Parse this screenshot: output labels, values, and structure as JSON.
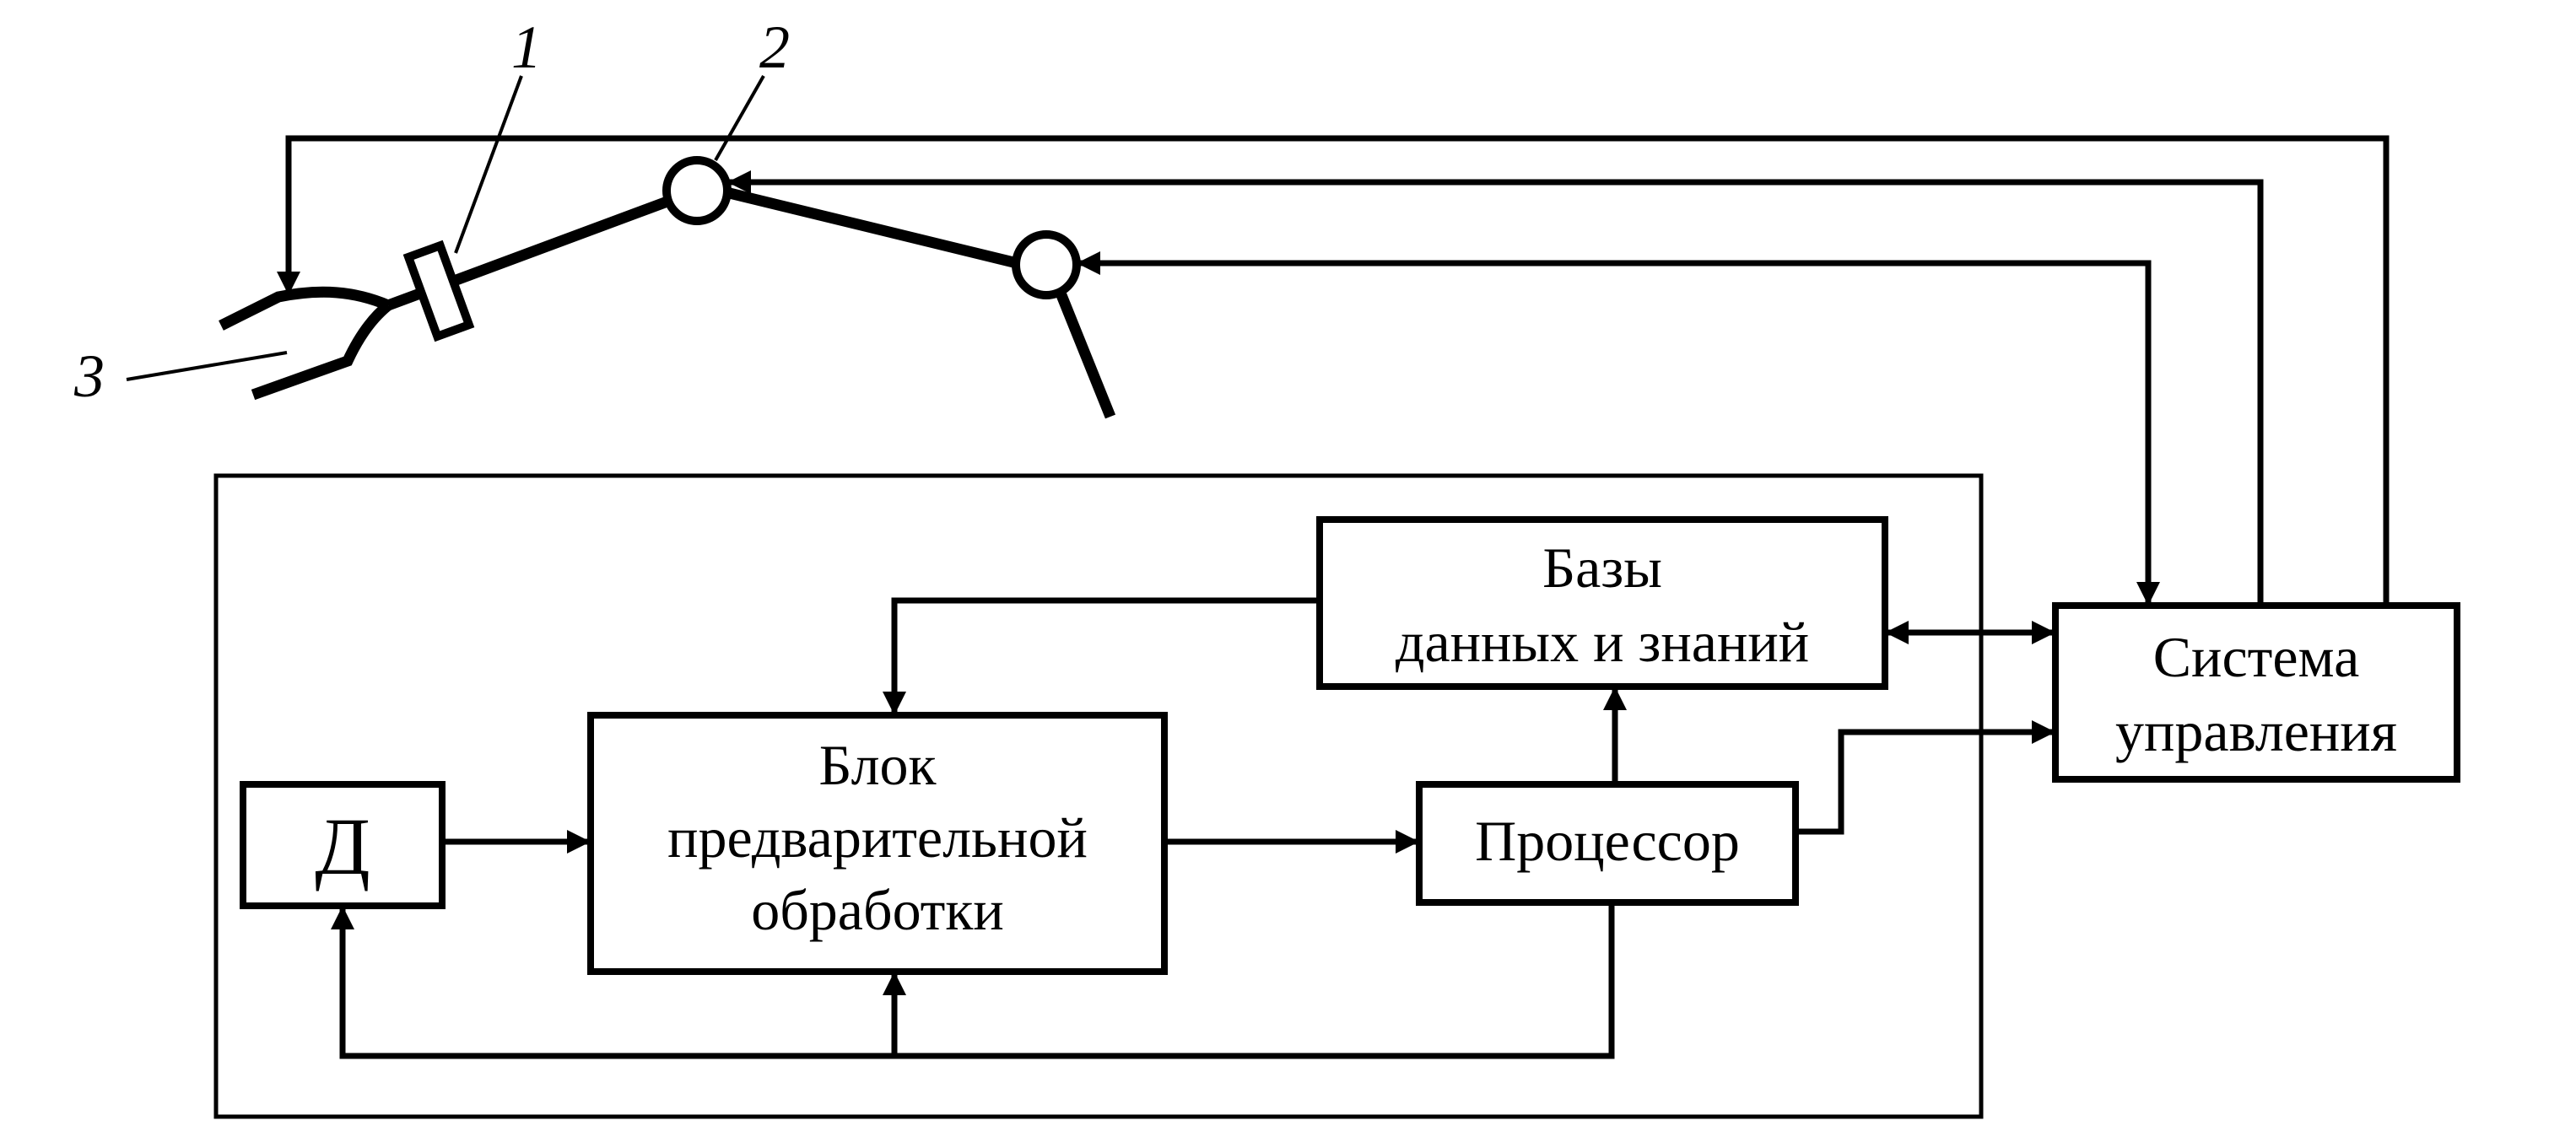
{
  "callouts": {
    "sensor": "1",
    "joint": "2",
    "object": "3"
  },
  "blocks": {
    "sensor": "Д",
    "preprocessing": [
      "Блок",
      "предварительной",
      "обработки"
    ],
    "processor": "Процессор",
    "databases": [
      "Базы",
      "данных и знаний"
    ],
    "control_system": [
      "Система",
      "управления"
    ]
  }
}
